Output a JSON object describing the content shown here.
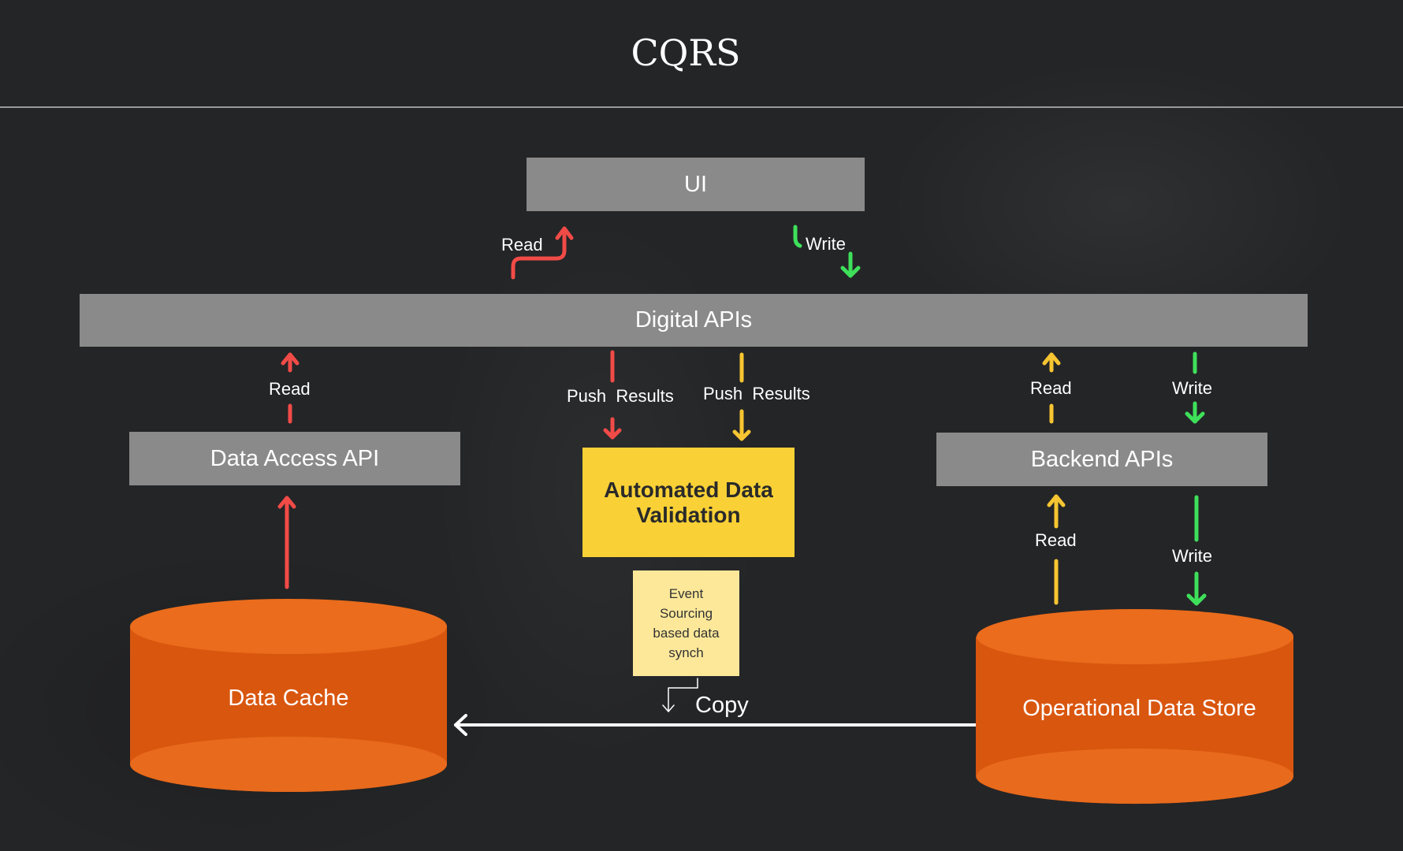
{
  "title": "CQRS",
  "nodes": {
    "ui": "UI",
    "digital_apis": "Digital APIs",
    "data_access_api": "Data Access API",
    "backend_apis": "Backend APIs",
    "automated_validation": "Automated Data Validation",
    "event_sourcing": "Event Sourcing based data synch",
    "data_cache": "Data Cache",
    "operational_store": "Operational Data Store"
  },
  "labels": {
    "ui_read": "Read",
    "ui_write": "Write",
    "cache_read": "Read",
    "push_results_left": "Push  Results",
    "push_results_right": "Push  Results",
    "backend_read_top": "Read",
    "backend_write_top": "Write",
    "store_read": "Read",
    "store_write": "Write",
    "copy": "Copy"
  },
  "colors": {
    "read": "#f14b47",
    "write": "#3ee05a",
    "backend_read": "#f7c531",
    "box_gray": "#8a8a8a",
    "validation_yellow": "#f9d136",
    "note_yellow": "#fde89a",
    "cylinder_orange": "#e0621a",
    "copy_arrow": "#ffffff"
  }
}
